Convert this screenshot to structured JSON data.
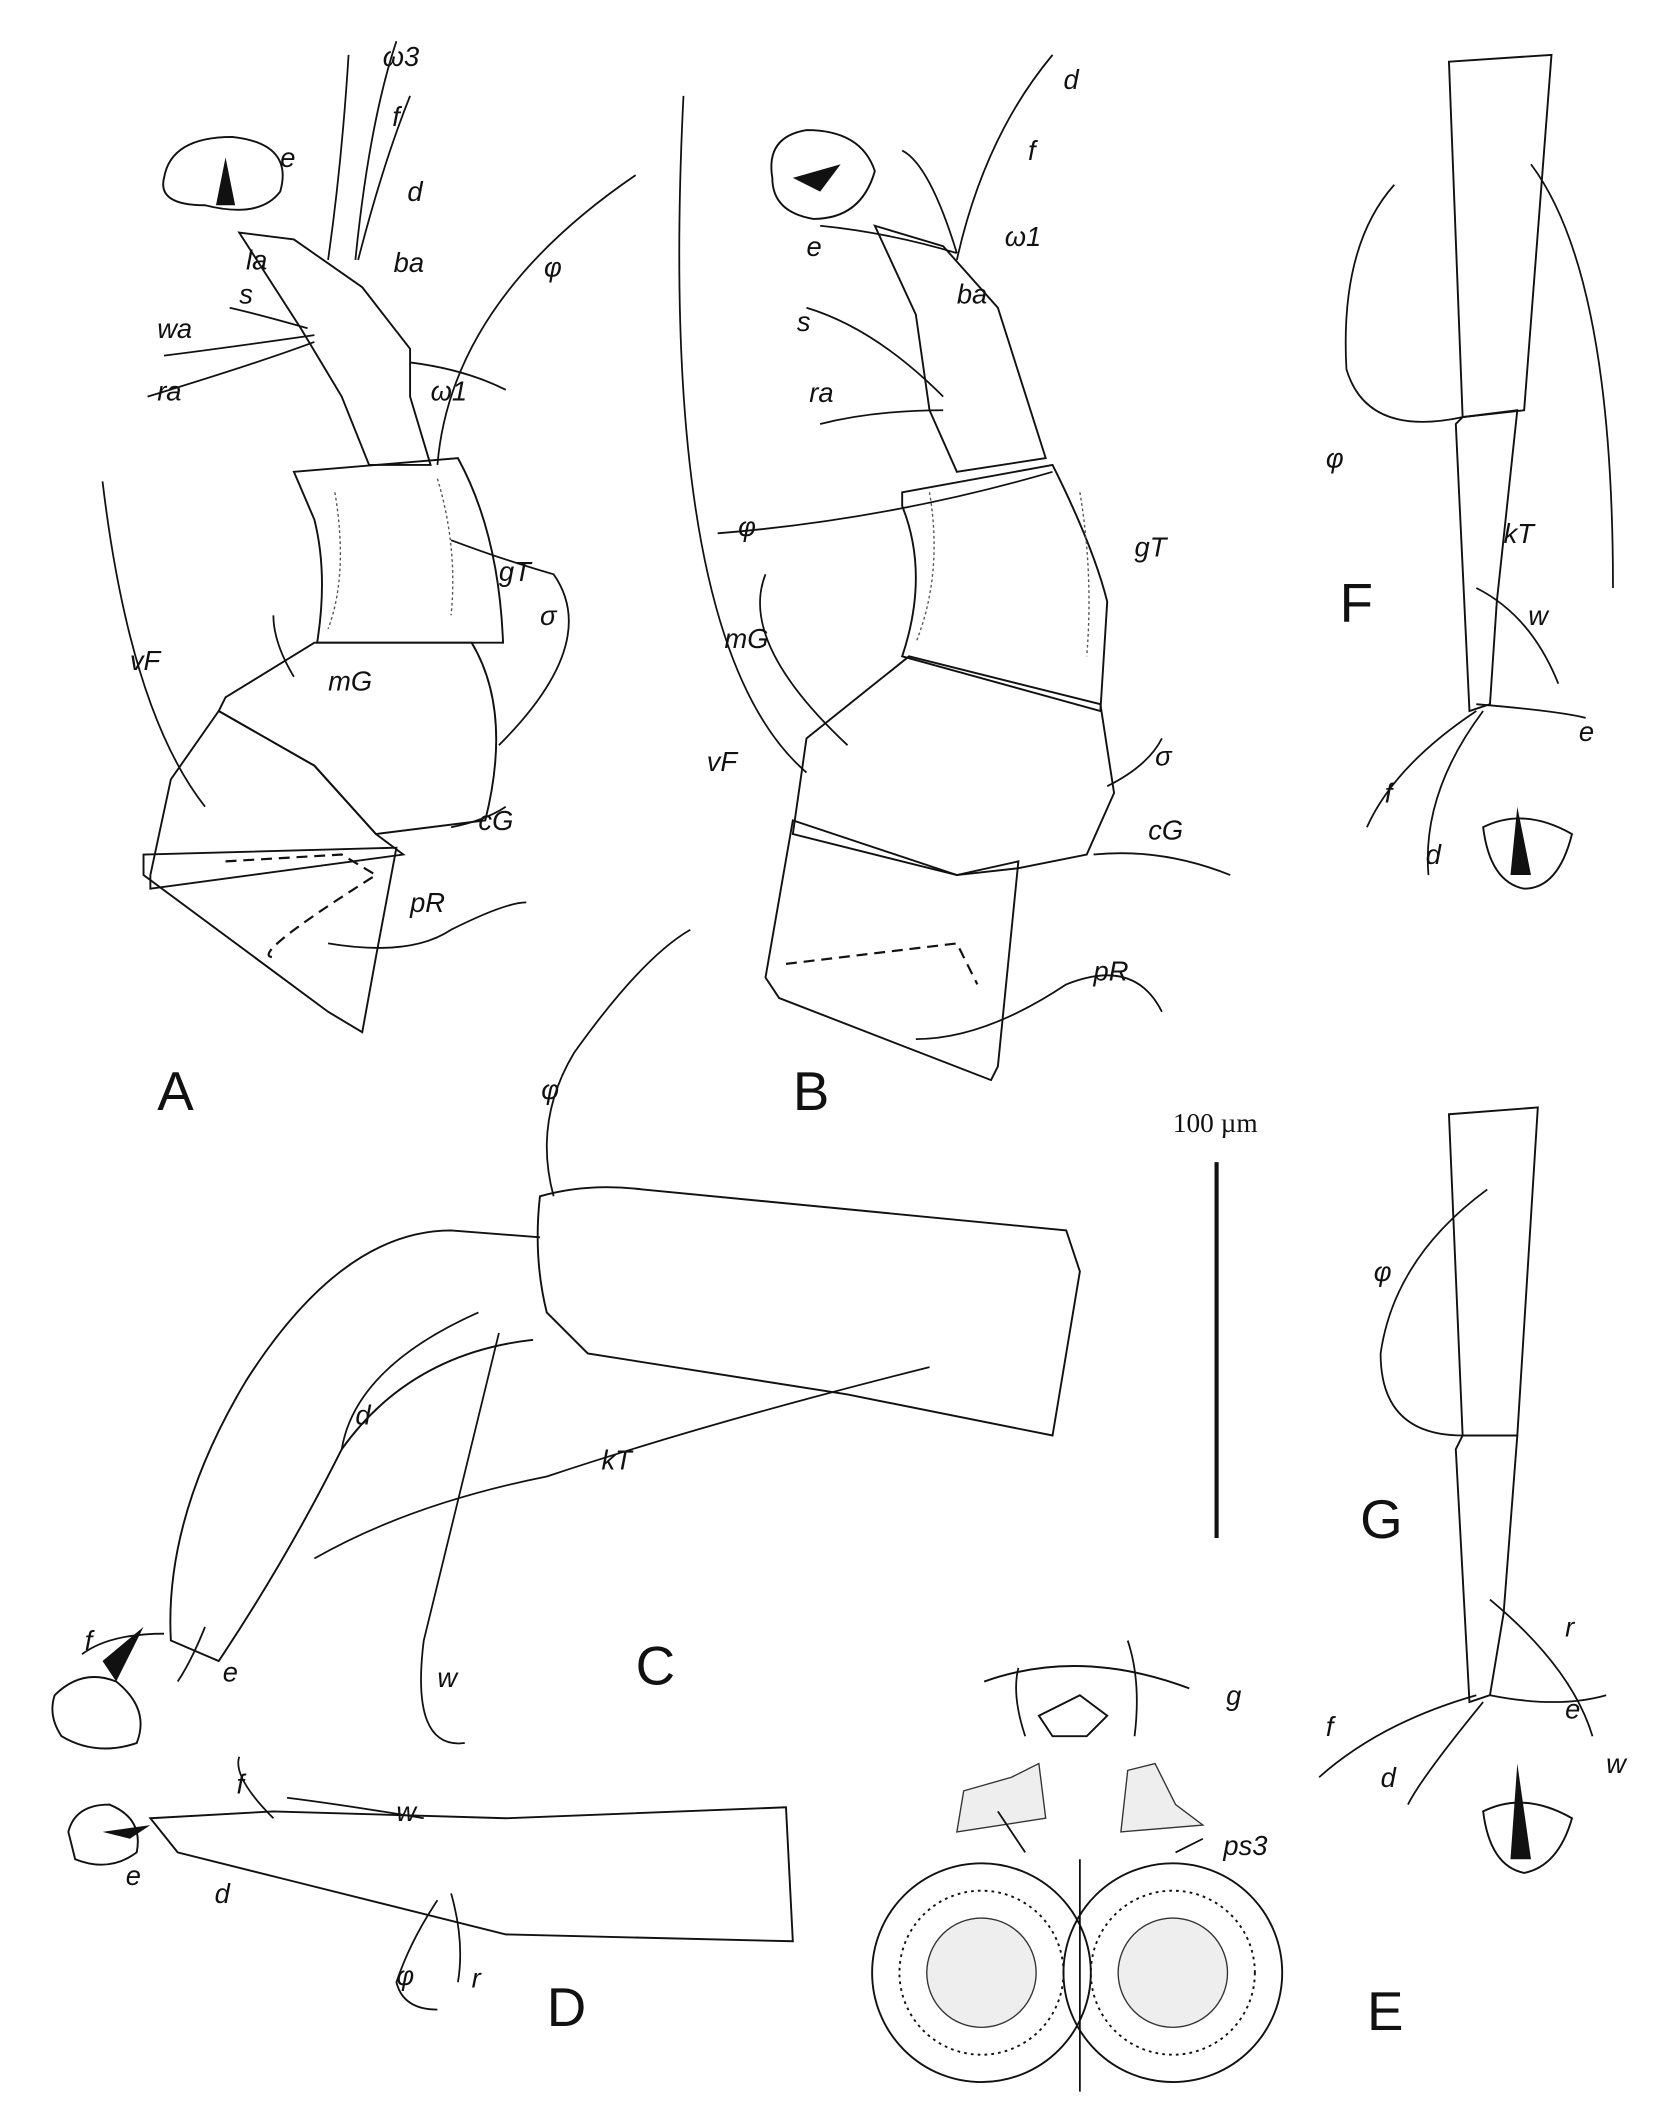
{
  "figure": {
    "panels": {
      "A": "A",
      "B": "B",
      "C": "C",
      "D": "D",
      "E": "E",
      "F": "F",
      "G": "G"
    },
    "scale_bar": {
      "label": "100 µm",
      "length_um": 100
    },
    "labels": {
      "A": {
        "e": "e",
        "omega3": "ω3",
        "f": "f",
        "d": "d",
        "la": "la",
        "ba": "ba",
        "s": "s",
        "wa": "wa",
        "ra": "ra",
        "omega1": "ω1",
        "phi": "φ",
        "gT": "gT",
        "sigma": "σ",
        "mG": "mG",
        "vF": "vF",
        "cG": "cG",
        "pR": "pR"
      },
      "B": {
        "d": "d",
        "f": "f",
        "omega1": "ω1",
        "e": "e",
        "ba": "ba",
        "s": "s",
        "ra": "ra",
        "phi": "φ",
        "mG": "mG",
        "gT": "gT",
        "vF": "vF",
        "sigma": "σ",
        "cG": "cG",
        "pR": "pR"
      },
      "C": {
        "phi": "φ",
        "d": "d",
        "kT": "kT",
        "f": "f",
        "e": "e",
        "w": "w"
      },
      "D": {
        "f": "f",
        "w": "w",
        "e": "e",
        "d": "d",
        "phi": "φ",
        "r": "r"
      },
      "E": {
        "g": "g",
        "ps3": "ps3"
      },
      "F": {
        "phi": "φ",
        "kT": "kT",
        "w": "w",
        "e": "e",
        "f": "f",
        "d": "d"
      },
      "G": {
        "phi": "φ",
        "r": "r",
        "e": "e",
        "f": "f",
        "d": "d",
        "w": "w"
      }
    }
  }
}
